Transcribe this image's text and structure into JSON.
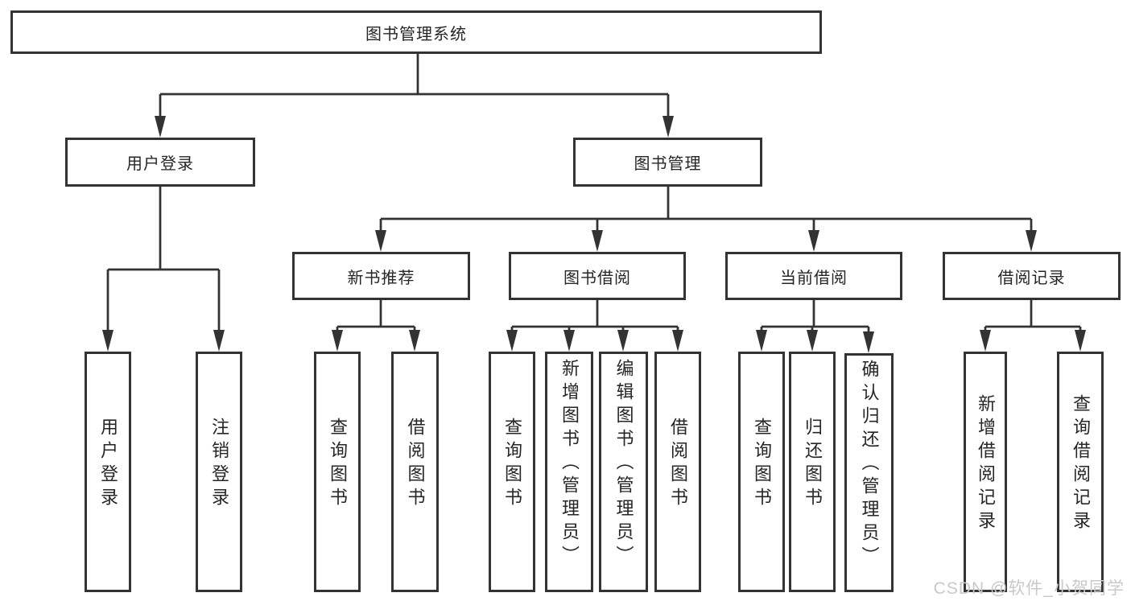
{
  "diagram": {
    "root": {
      "label": "图书管理系统"
    },
    "level2": [
      {
        "label": "用户登录",
        "children": [
          {
            "label": "用户登录"
          },
          {
            "label": "注销登录"
          }
        ]
      },
      {
        "label": "图书管理"
      }
    ],
    "level3": [
      {
        "label": "新书推荐",
        "children": [
          {
            "label": "查询图书"
          },
          {
            "label": "借阅图书"
          }
        ]
      },
      {
        "label": "图书借阅",
        "children": [
          {
            "label": "查询图书"
          },
          {
            "label": "新增图书（管理员）"
          },
          {
            "label": "编辑图书（管理员）"
          },
          {
            "label": "借阅图书"
          }
        ]
      },
      {
        "label": "当前借阅",
        "children": [
          {
            "label": "查询图书"
          },
          {
            "label": "归还图书"
          },
          {
            "label": "确认归还（管理员）"
          }
        ]
      },
      {
        "label": "借阅记录",
        "children": [
          {
            "label": "新增借阅记录"
          },
          {
            "label": "查询借阅记录"
          }
        ]
      }
    ]
  },
  "watermark": {
    "text": "CSDN @软件_小贺同学"
  },
  "colors": {
    "line": "#333333",
    "text": "#262626",
    "watermark": "#c9c9cd",
    "background": "#ffffff"
  }
}
